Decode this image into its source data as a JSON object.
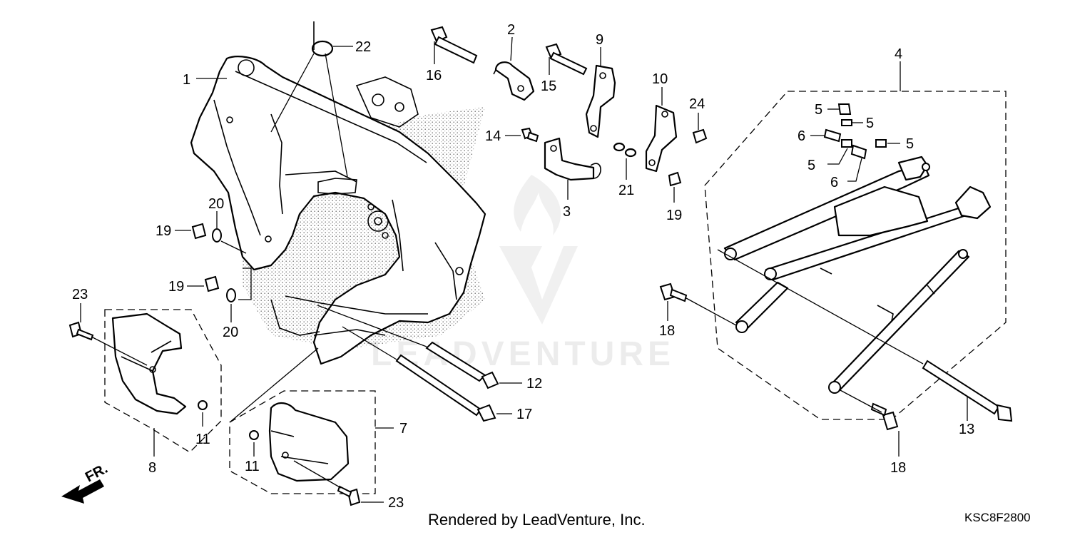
{
  "diagram": {
    "footer_text": "Rendered by LeadVenture, Inc.",
    "diagram_code": "KSC8F2800",
    "watermark": "LEADVENTURE",
    "direction_label": "FR.",
    "callouts": {
      "c1": "1",
      "c2": "2",
      "c3": "3",
      "c4": "4",
      "c5a": "5",
      "c5b": "5",
      "c5c": "5",
      "c5d": "5",
      "c6a": "6",
      "c6b": "6",
      "c7": "7",
      "c8": "8",
      "c9": "9",
      "c10": "10",
      "c11a": "11",
      "c11b": "11",
      "c12": "12",
      "c13": "13",
      "c14": "14",
      "c15": "15",
      "c16": "16",
      "c17": "17",
      "c18a": "18",
      "c18b": "18",
      "c19a": "19",
      "c19b": "19",
      "c19c": "19",
      "c20a": "20",
      "c20b": "20",
      "c21": "21",
      "c22": "22",
      "c23a": "23",
      "c23b": "23",
      "c24": "24"
    }
  }
}
